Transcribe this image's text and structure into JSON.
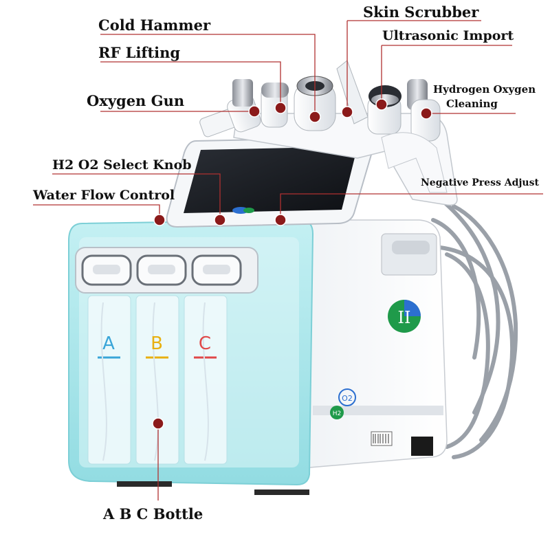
{
  "labels": {
    "cold_hammer": "Cold Hammer",
    "rf_lifting": "RF Lifting",
    "oxygen_gun": "Oxygen Gun",
    "skin_scrubber": "Skin Scrubber",
    "ultrasonic_import": "Ultrasonic Import",
    "hydrogen_oxygen_line1": "Hydrogen Oxygen",
    "hydrogen_oxygen_line2": "Cleaning",
    "h2o2_select_knob": "H2 O2 Select Knob",
    "negative_press_adjust": "Negative Press Adjust",
    "water_flow_control": "Water Flow Control",
    "abc_bottle": "A B C Bottle"
  },
  "bottles": {
    "a": "A",
    "b": "B",
    "c": "C"
  },
  "device_marks": {
    "logo_numeral": "II",
    "h2": "H2",
    "o2": "O2"
  },
  "colors": {
    "marker": "#8b1a1a",
    "leader_line": "#b03030",
    "casing_blue": "#a9e6ea",
    "casing_white": "#f4f6f8",
    "bottle_a": "#3aa5d8",
    "bottle_b": "#e8b010",
    "bottle_c": "#e04848",
    "logo_green": "#1f9a4a",
    "logo_blue": "#2c6fd0"
  }
}
